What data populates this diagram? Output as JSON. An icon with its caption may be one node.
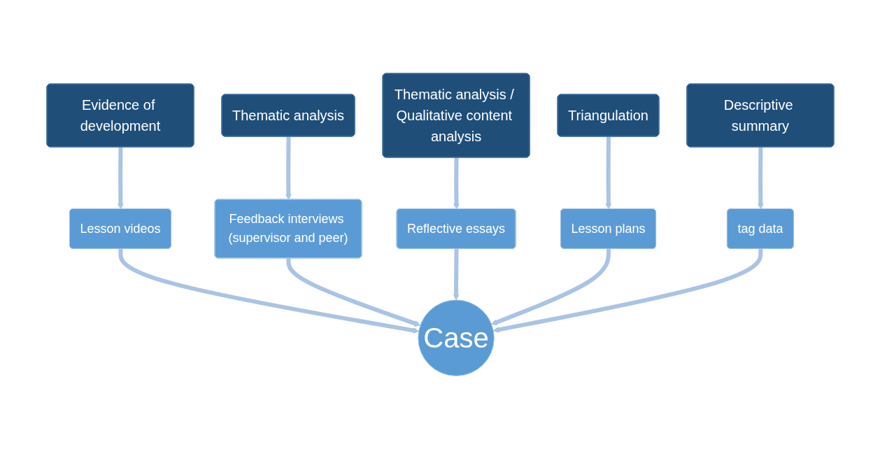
{
  "diagram": {
    "nodes": [
      {
        "text": [
          "Evidence of development"
        ]
      },
      {
        "text": [
          "Thematic analysis"
        ]
      },
      {
        "text": [
          "Thematic analysis / Qualitative content analysis"
        ]
      },
      {
        "text": [
          "Lesson videos"
        ]
      },
      {
        "text": [
          "Feedback interviews (supervisor and peer)"
        ]
      },
      {
        "text": [
          "Reflective essays"
        ]
      },
      {
        "text": [
          "Triangulation"
        ]
      },
      {
        "text": [
          "Descriptive summary"
        ]
      },
      {
        "text": [
          "Lesson plans"
        ]
      },
      {
        "text": [
          "Case"
        ]
      },
      {
        "text": [
          "tag data"
        ]
      }
    ],
    "edges": [
      {
        "from": 0,
        "to": 3,
        "arrow": "to"
      },
      {
        "from": 1,
        "to": 4,
        "arrow": "to"
      },
      {
        "from": 2,
        "to": 5,
        "arrow": "to"
      },
      {
        "from": 6,
        "to": 8,
        "arrow": "to"
      },
      {
        "from": 7,
        "to": 10,
        "arrow": "to"
      },
      {
        "from": 3,
        "to": 9,
        "arrow": "to"
      },
      {
        "from": 4,
        "to": 9,
        "arrow": "to"
      },
      {
        "from": 5,
        "to": 9,
        "arrow": "to"
      },
      {
        "from": 8,
        "to": 9,
        "arrow": "to"
      },
      {
        "from": 10,
        "to": 9,
        "arrow": "to"
      }
    ]
  }
}
